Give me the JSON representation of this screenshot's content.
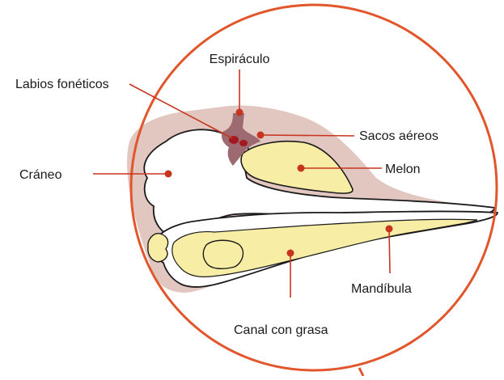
{
  "diagram": {
    "labels": {
      "espiraculo": "Espiráculo",
      "labios": "Labios fonéticos",
      "sacos": "Sacos aéreos",
      "craneo": "Cráneo",
      "melon": "Melon",
      "mandibula": "Mandíbula",
      "canal": "Canal con grasa"
    },
    "colors": {
      "circle": "#e2562b",
      "soft_tissue": "#e2c6c0",
      "bone_fill": "#ffffff",
      "fat_fill": "#f8eda5",
      "marker": "#c8351f",
      "air_sacs": "#a3181e",
      "leader_line": "#c8351f"
    }
  }
}
